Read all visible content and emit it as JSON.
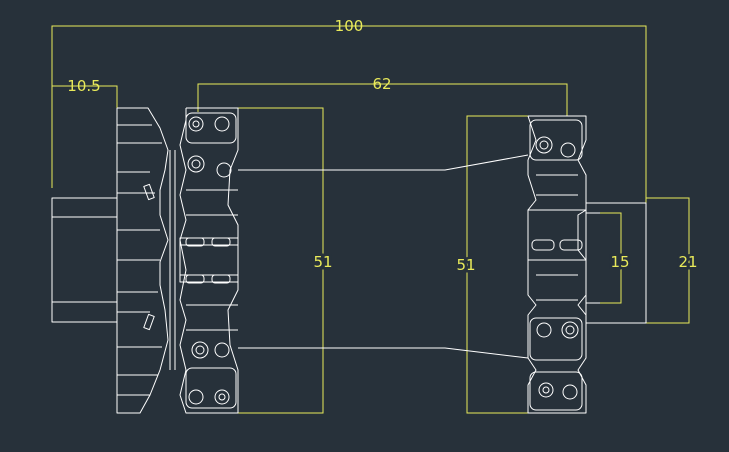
{
  "drawing": {
    "background": "#27313a",
    "line_color": "#ffffff",
    "dimension_color": "#e9ea5a",
    "dimensions": {
      "overall_length": "100",
      "flange_offset": "10.5",
      "centre_distance": "62",
      "left_height": "51",
      "right_height": "51",
      "shaft_inner": "15",
      "shaft_outer": "21"
    }
  }
}
